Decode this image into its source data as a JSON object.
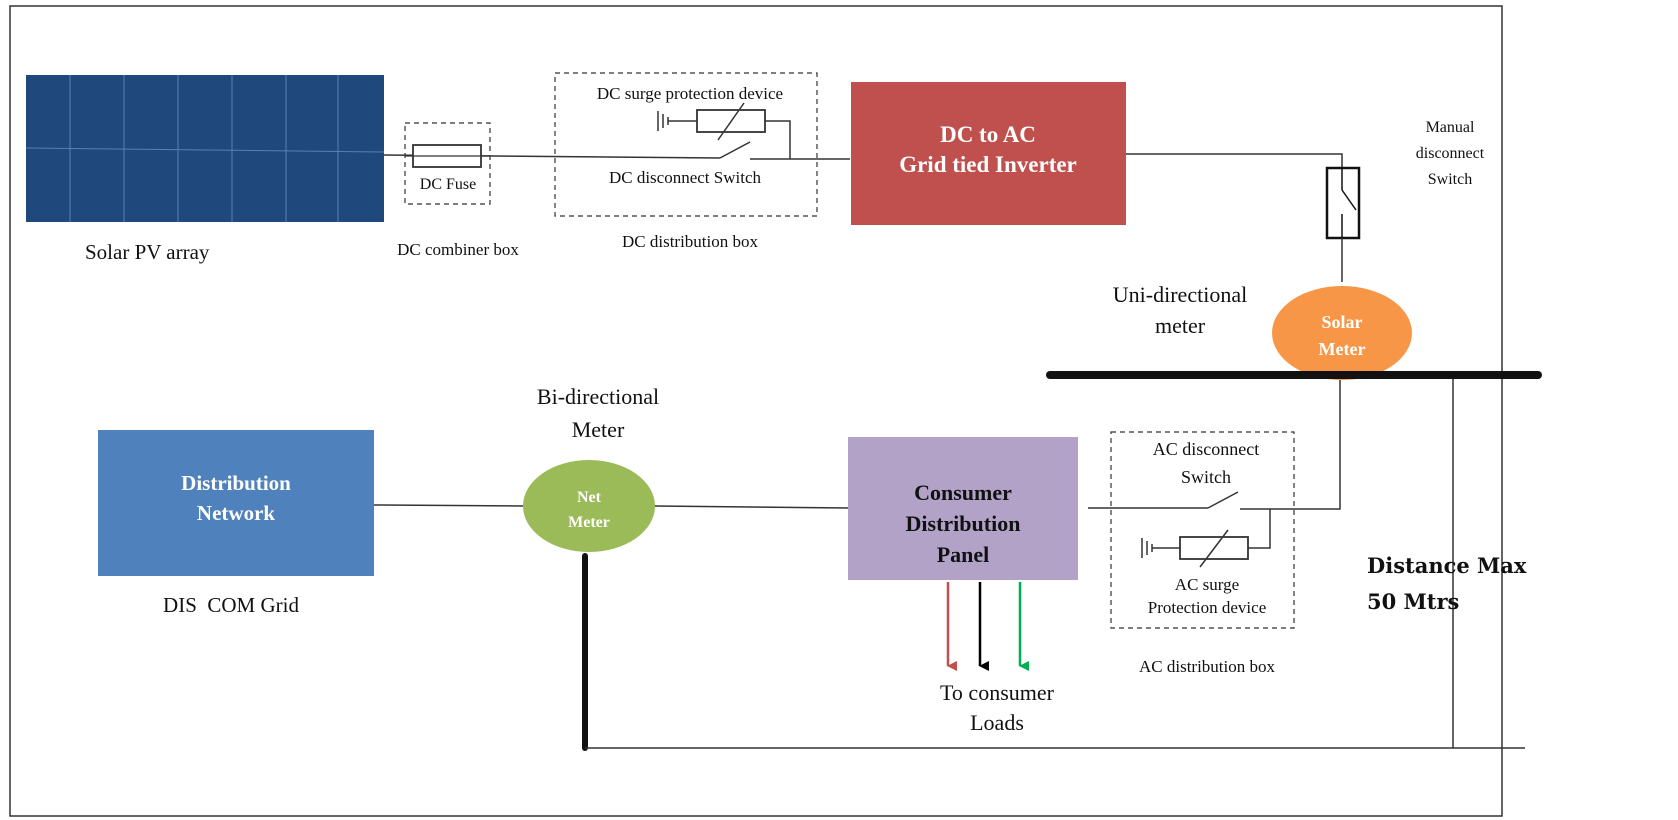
{
  "diagram": {
    "pv_array": {
      "label": "Solar PV array",
      "color": "#1f497d"
    },
    "dc_fuse": {
      "label": "DC Fuse"
    },
    "dc_combiner_box": {
      "label": "DC combiner box"
    },
    "dc_distribution_box": {
      "label": "DC distribution box",
      "spd_label": "DC surge protection device",
      "switch_label": "DC disconnect Switch"
    },
    "inverter": {
      "line1": "DC to AC",
      "line2": "Grid tied Inverter",
      "color": "#c0504d"
    },
    "manual_switch": {
      "line1": "Manual",
      "line2": "disconnect",
      "line3": "Switch"
    },
    "uni_meter": {
      "line1": "Uni-directional",
      "line2": "meter"
    },
    "solar_meter": {
      "line1": "Solar",
      "line2": "Meter",
      "color": "#f79646"
    },
    "distribution_network": {
      "line1": "Distribution",
      "line2": "Network",
      "caption": "DIS  COM Grid",
      "color": "#4f81bd"
    },
    "bi_meter": {
      "line1": "Bi-directional",
      "line2": "Meter"
    },
    "net_meter": {
      "line1": "Net",
      "line2": "Meter",
      "color": "#9bbb59"
    },
    "consumer_panel": {
      "line1": "Consumer",
      "line2": "Distribution",
      "line3": "Panel",
      "color": "#b2a2c7"
    },
    "consumer_loads": {
      "line1": "To consumer",
      "line2": "Loads",
      "arrow_colors": [
        "#c0504d",
        "#000000",
        "#00b050"
      ]
    },
    "ac_distribution_box": {
      "label": "AC distribution box",
      "switch_line1": "AC disconnect",
      "switch_line2": "Switch",
      "spd_line1": "AC surge",
      "spd_line2": "Protection device"
    },
    "distance": {
      "line1": "Distance Max",
      "line2": "50 Mtrs"
    }
  }
}
